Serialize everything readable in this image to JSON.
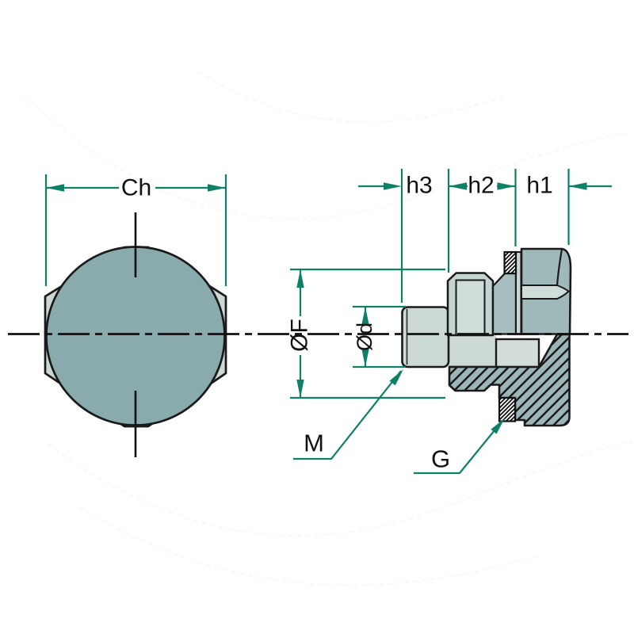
{
  "drawing": {
    "type": "technical-drawing",
    "views": {
      "front_view": "hex head front view with chamfer circle",
      "side_view": "half-sectioned side view of screw plug"
    },
    "dimension_labels": {
      "across_flats": "Ch",
      "h3": "h3",
      "h2": "h2",
      "h1": "h1",
      "flange_diameter": "ØF",
      "pilot_diameter": "Ød",
      "thread": "M",
      "seal": "G"
    },
    "colors": {
      "outline": "#1a1a1a",
      "centerline": "#111111",
      "dimension_green": "#0e8068",
      "hex_fill": "#cdd8d3",
      "chamfer_circle_fill": "#8aabad",
      "body_light": "#ccd9d6",
      "body_medium": "#9fb9bb",
      "facet_light": "#cfdddb",
      "section_fill": "#9cb6b8",
      "seal_fill": "#ffffff"
    }
  }
}
